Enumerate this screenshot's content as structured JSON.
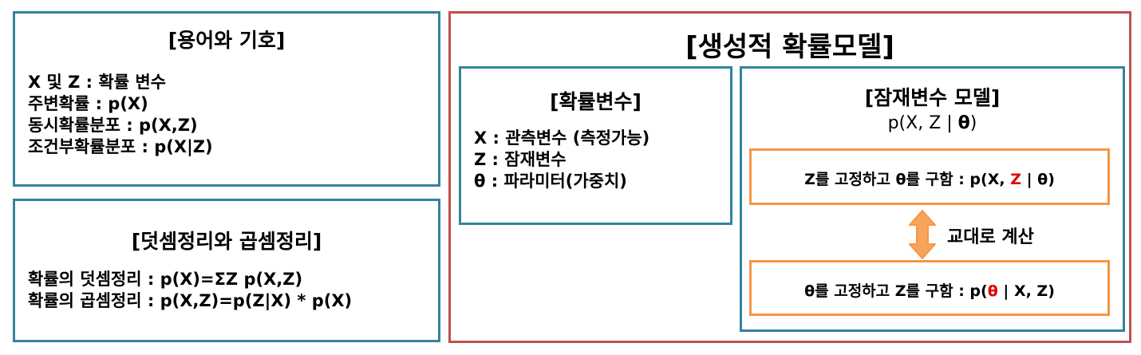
{
  "terms": {
    "title": "[용어와 기호]",
    "lines": [
      "X 및 Z : 확률 변수",
      "주변확률 : p(X)",
      "동시확률분포 : p(X,Z)",
      "조건부확률분포 : p(X|Z)"
    ]
  },
  "rules": {
    "title": "[덧셈정리와 곱셈정리]",
    "lines": [
      "확률의 덧셈정리 : p(X)=ΣZ p(X,Z)",
      "확률의 곱셈정리 : p(X,Z)=p(Z|X) * p(X)"
    ]
  },
  "generative": {
    "title": "[생성적 확률모델]",
    "variables": {
      "title": "[확률변수]",
      "lines": [
        "X : 관측변수 (측정가능)",
        "Z : 잠재변수",
        "θ : 파라미터(가중치)"
      ]
    },
    "latent": {
      "title": "[잠재변수 모델]",
      "subtitle_prefix": "p(X, Z | ",
      "subtitle_theta": "θ",
      "subtitle_suffix": ")",
      "step1": {
        "prefix": "Z를 고정하고 θ를 구함 : p(X, ",
        "highlight": "Z",
        "suffix": " | θ)"
      },
      "step2": {
        "prefix": "θ를 고정하고 Z를 구함 : p(",
        "highlight": "θ",
        "suffix": " | X, Z)"
      },
      "alternate_label": "교대로 계산"
    }
  },
  "colors": {
    "teal": "#31859c",
    "red": "#c0504d",
    "orange": "#f79646",
    "highlight": "#e00000"
  },
  "icons": {
    "alternate": "double-arrow-icon"
  }
}
